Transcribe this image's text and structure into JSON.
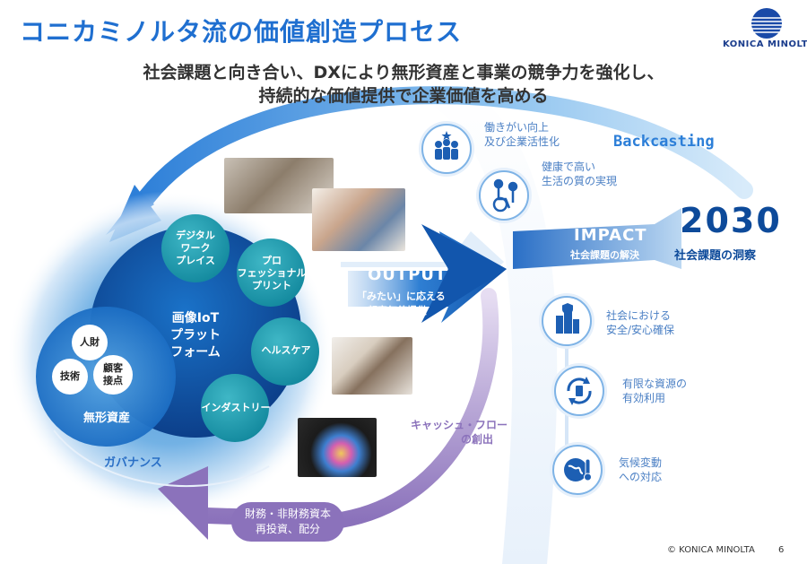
{
  "header": {
    "title": "コニカミノルタ流の価値創造プロセス",
    "subtitle_line1": "社会課題と向き合い、DXにより無形資産と事業の競争力を強化し、",
    "subtitle_line2": "持続的な価値提供で企業価値を高める",
    "brand": "KONICA MINOLTA"
  },
  "platform": {
    "title_line1": "画像IoT",
    "title_line2": "プラット",
    "title_line3": "フォーム",
    "services": [
      "デジタル\nワーク\nプレイス",
      "プロ\nフェッショナル\nプリント",
      "ヘルスケア",
      "インダストリー"
    ]
  },
  "assets": {
    "items": [
      "人財",
      "技術",
      "顧客\n接点"
    ],
    "label": "無形資産",
    "governance": "ガバナンス"
  },
  "output": {
    "title": "OUTPUT",
    "line1": "「みたい」に応える",
    "line2": "顧客価値提供"
  },
  "impact": {
    "title": "IMPACT",
    "sub": "社会課題の解決",
    "items": [
      {
        "text": "働きがい向上\n及び企業活性化",
        "icon": "people-star-icon"
      },
      {
        "text": "健康で高い\n生活の質の実現",
        "icon": "care-icon"
      },
      {
        "text": "社会における\n安全/安心確保",
        "icon": "building-shield-icon"
      },
      {
        "text": "有限な資源の\n有効利用",
        "icon": "recycle-icon"
      },
      {
        "text": "気候変動\nへの対応",
        "icon": "globe-thermometer-icon"
      }
    ]
  },
  "backcasting": "Backcasting",
  "year": {
    "value": "2030",
    "label": "社会課題の洞察"
  },
  "cashflow": {
    "line1": "キャッシュ・フロー",
    "line2": "の創出"
  },
  "reinvest": {
    "line1": "財務・非財務資本",
    "line2": "再投資、配分"
  },
  "footer": {
    "copyright": "© KONICA MINOLTA",
    "page": "6"
  },
  "colors": {
    "accent": "#1f6fd0",
    "navy": "#0d4a9a",
    "teal": "#1a9ab0",
    "purple": "#8a6fb8"
  }
}
